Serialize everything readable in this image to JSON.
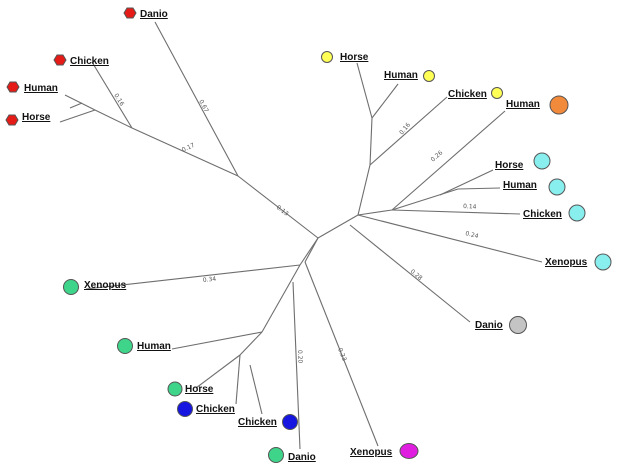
{
  "colors": {
    "red": "#e41b17",
    "yellow": "#ffff55",
    "orange": "#f28a3c",
    "cyan": "#88eeee",
    "gray": "#c4c4c4",
    "green": "#3ed58a",
    "blue": "#1616e0",
    "magenta": "#e01ee0"
  },
  "leaves": {
    "red_danio": "Danio",
    "red_chicken": "Chicken",
    "red_human": "Human",
    "red_horse": "Horse",
    "yellow_horse": "Horse",
    "yellow_human": "Human",
    "yellow_chicken": "Chicken",
    "orange_human": "Human",
    "cyan_horse": "Horse",
    "cyan_human": "Human",
    "cyan_chicken": "Chicken",
    "cyan_xenopus": "Xenopus",
    "gray_danio": "Danio",
    "green_xenopus": "Xenopus",
    "green_human": "Human",
    "green_horse": "Horse",
    "blue_chicken_left": "Chicken",
    "blue_chicken_right": "Chicken",
    "green_danio": "Danio",
    "magenta_xenopus": "Xenopus"
  },
  "branch_labels": {
    "red_danio": "0.67",
    "red_group": "0.17",
    "red_chicken": "0.16",
    "red_stem": "0.13",
    "yellow_group": "0.16",
    "orange_human": "0.26",
    "cyan_chicken": "0.14",
    "cyan_xenopus": "0.24",
    "gray_danio": "0.28",
    "green_xenopus": "0.34",
    "green_danio": "0.20",
    "magenta_xenopus": "0.23"
  }
}
